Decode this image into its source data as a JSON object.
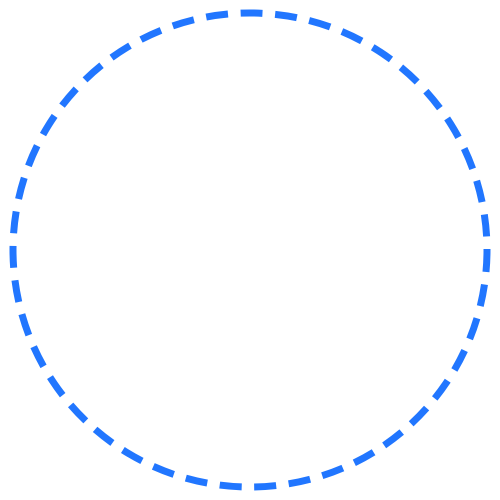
{
  "shape": {
    "name": "dashed-circle",
    "stroke_color": "#2176FF",
    "stroke_style": "dashed",
    "fill": "none"
  }
}
